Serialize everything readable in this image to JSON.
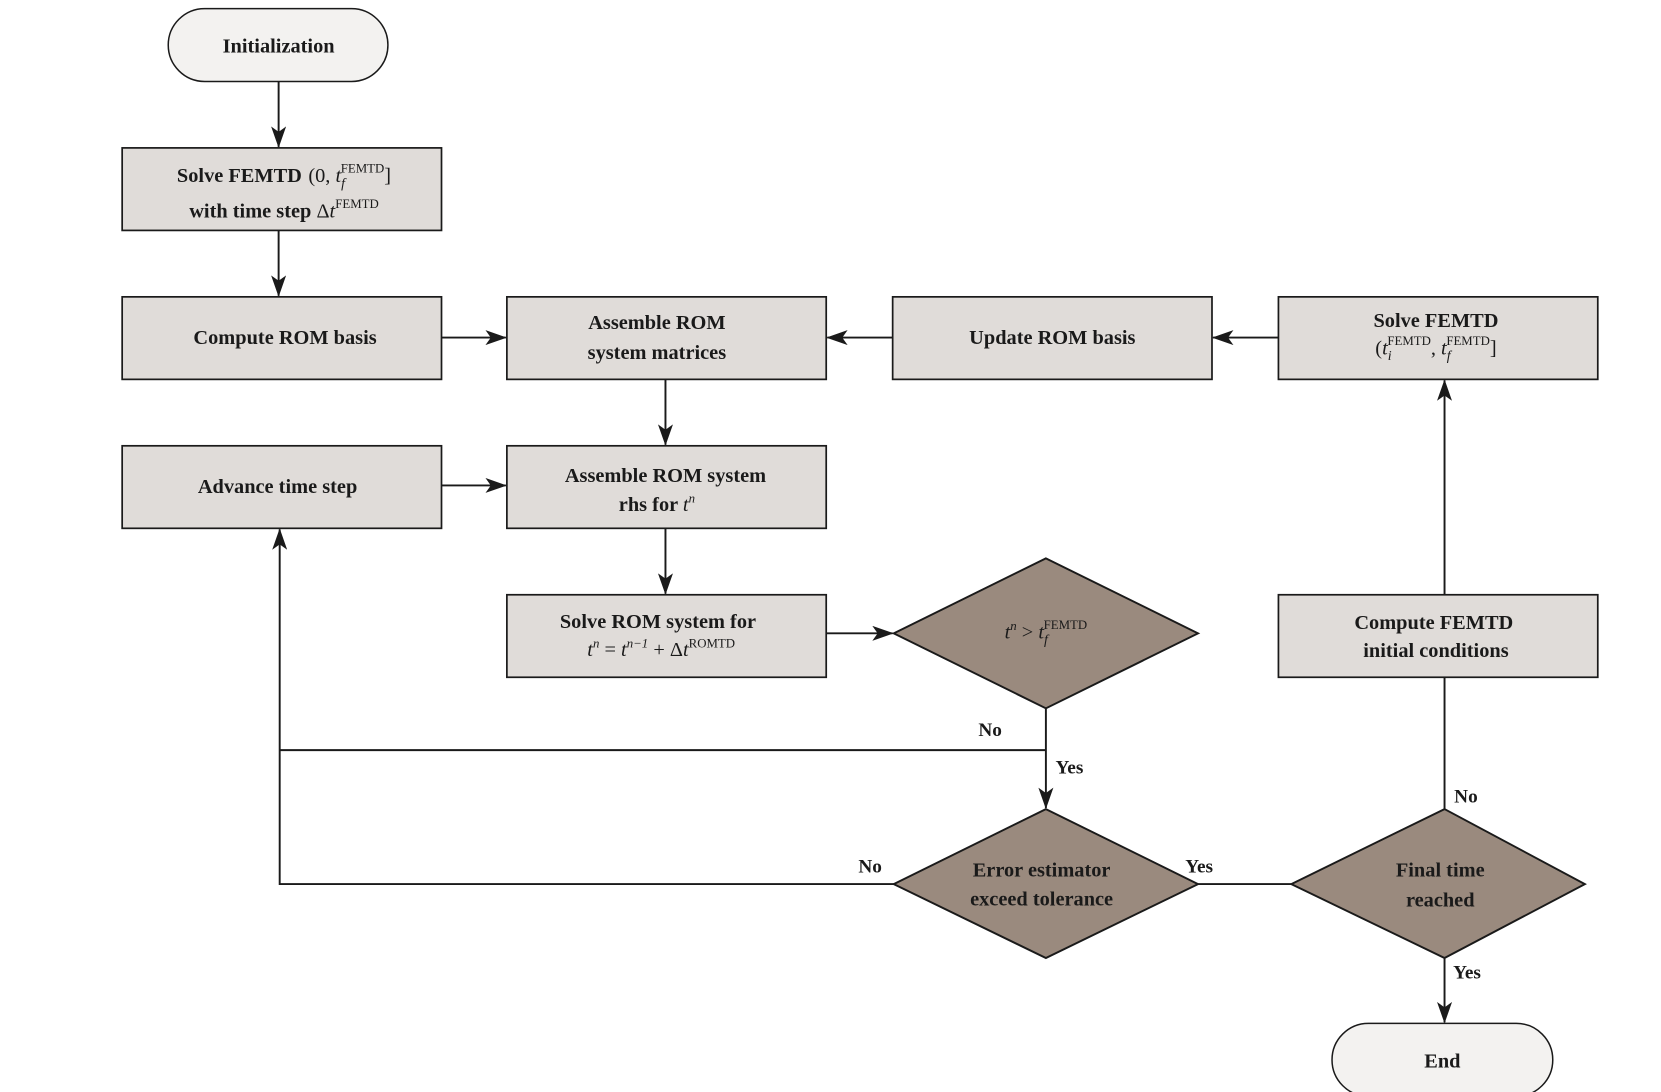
{
  "colors": {
    "process_box": "#e0dcd9",
    "decision": "#9a8a7e",
    "terminal": "#f3f2f0",
    "line": "#1a1a1a"
  },
  "nodes": {
    "init": "Initialization",
    "solve_full": {
      "title": "Solve FEMTD",
      "open": "(0, ",
      "t": "t",
      "sub": "f",
      "sup": "FEMTD",
      "close": "]",
      "line2": "with time step ",
      "delta": "Δ",
      "dt": "t",
      "dsup": "FEMTD"
    },
    "compute_basis": "Compute ROM basis",
    "assemble_mat": {
      "line1": "Assemble ROM",
      "line2": "system matrices"
    },
    "update_basis": "Update ROM basis",
    "solve_partial": {
      "title": "Solve FEMTD",
      "open": "(",
      "t1": "t",
      "sub1": "i",
      "sup1": "FEMTD",
      "comma": ", ",
      "t2": "t",
      "sub2": "f",
      "sup2": "FEMTD",
      "close": "]"
    },
    "advance": "Advance time step",
    "assemble_rhs": {
      "line1": "Assemble ROM system",
      "line2": "rhs for ",
      "t": "t",
      "sup": "n"
    },
    "solve_rom": {
      "line1": "Solve ROM system for",
      "t": "t",
      "sup": "n",
      "eq": " = ",
      "t2": "t",
      "sup2": "n−1",
      "plus": " + Δ",
      "t3": "t",
      "sup3": "ROMTD"
    },
    "decision_time": {
      "t": "t",
      "sup": "n",
      "gt": " > ",
      "t2": "t",
      "sub": "f",
      "sup2": "FEMTD"
    },
    "compute_ic": {
      "line1": "Compute FEMTD",
      "line2": "initial conditions"
    },
    "decision_error": {
      "line1": "Error estimator",
      "line2": "exceed tolerance"
    },
    "decision_final": {
      "line1": "Final time",
      "line2": "reached"
    },
    "end": "End"
  },
  "edge_labels": {
    "time_no": "No",
    "time_yes": "Yes",
    "error_no": "No",
    "error_yes": "Yes",
    "final_no": "No",
    "final_yes": "Yes"
  }
}
